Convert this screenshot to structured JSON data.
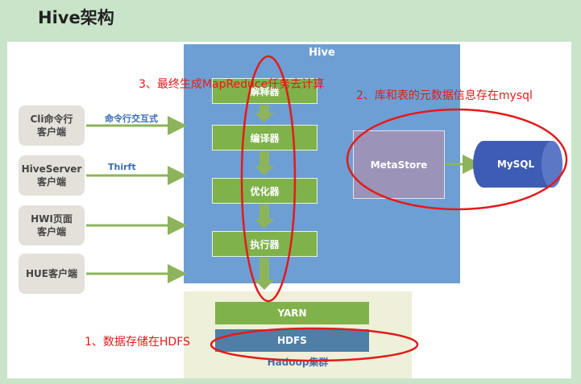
{
  "title": "Hive架构",
  "clients": [
    {
      "label": "Cli命令行\n客户端"
    },
    {
      "label": "HiveServer\n客户端"
    },
    {
      "label": "HWI页面\n客户端"
    },
    {
      "label": "HUE客户端"
    }
  ],
  "arrow_labels": {
    "cli": "命令行交互式",
    "hiveserver": "Thirft"
  },
  "hive": {
    "label": "Hive",
    "steps": [
      "解释器",
      "编译器",
      "优化器",
      "执行器"
    ]
  },
  "metastore": "MetaStore",
  "mysql": "MySQL",
  "hadoop": {
    "yarn": "YARN",
    "hdfs": "HDFS",
    "label": "Hadoop集群"
  },
  "annotations": {
    "note1": "1、数据存储在HDFS",
    "note2": "2、库和表的元数据信息存在mysql",
    "note3": "3、最终生成MapReduce任务去计算"
  },
  "colors": {
    "hive_bg": "#6e9fd4",
    "step_green": "#7fb24a",
    "arrow_green": "#8db45a",
    "metastore": "#9b93b8",
    "mysql": "#3f5cb4",
    "yarn": "#7fb24a",
    "hdfs": "#4f7fa6",
    "annotation_red": "#e21b1b"
  }
}
